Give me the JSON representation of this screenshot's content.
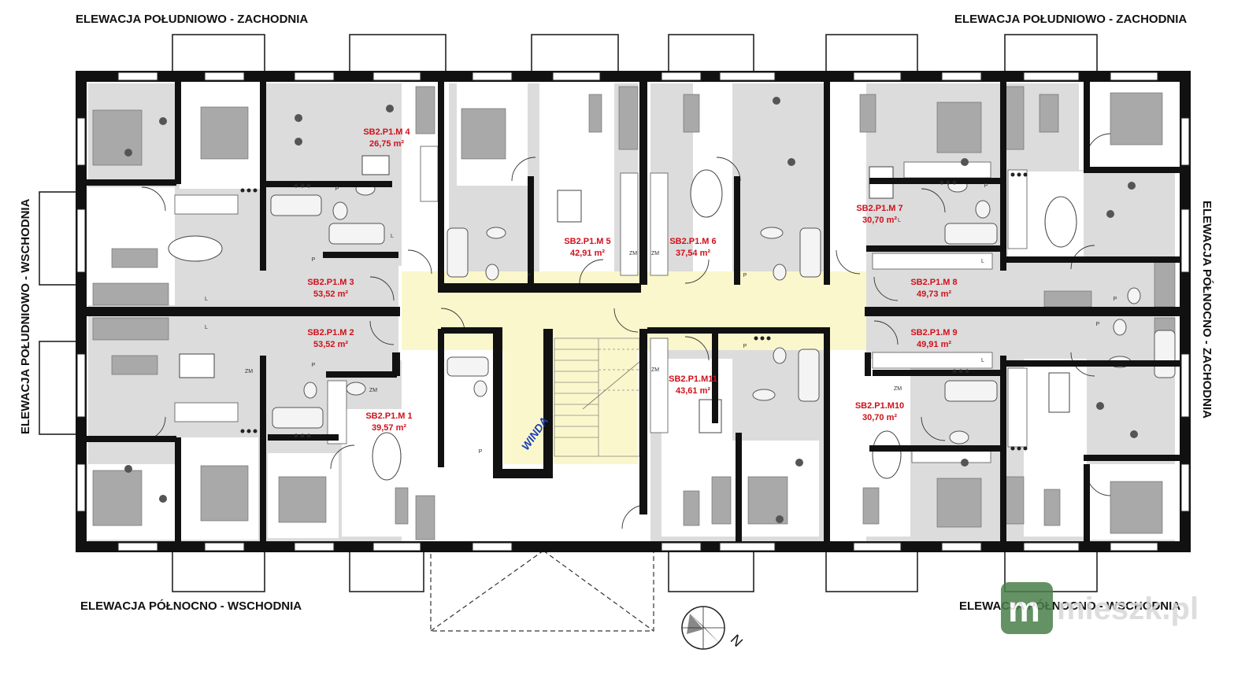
{
  "elevations": {
    "top_left": "ELEWACJA POŁUDNIOWO - ZACHODNIA",
    "top_right": "ELEWACJA POŁUDNIOWO - ZACHODNIA",
    "bottom_left": "ELEWACJA PÓŁNOCNO - WSCHODNIA",
    "bottom_right": "ELEWACJA PÓŁNOCNO - WSCHODNIA",
    "left": "ELEWACJA POŁUDNIOWO - WSCHODNIA",
    "right": "ELEWACJA PÓŁNOCNO - ZACHODNIA"
  },
  "apartments": [
    {
      "id": "SB2.P1.M 4",
      "area": "26,75 m²"
    },
    {
      "id": "SB2.P1.M 5",
      "area": "42,91 m²"
    },
    {
      "id": "SB2.P1.M 6",
      "area": "37,54 m²"
    },
    {
      "id": "SB2.P1.M 7",
      "area": "30,70 m²"
    },
    {
      "id": "SB2.P1.M 3",
      "area": "53,52 m²"
    },
    {
      "id": "SB2.P1.M 8",
      "area": "49,73 m²"
    },
    {
      "id": "SB2.P1.M 2",
      "area": "53,52 m²"
    },
    {
      "id": "SB2.P1.M 9",
      "area": "49,91 m²"
    },
    {
      "id": "SB2.P1.M 1",
      "area": "39,57 m²"
    },
    {
      "id": "SB2.P1.M11",
      "area": "43,61 m²"
    },
    {
      "id": "SB2.P1.M10",
      "area": "30,70 m²"
    }
  ],
  "elevator_label": "WINDA",
  "compass_label": "N",
  "watermark": "mieszk.pl",
  "fixture_marks": {
    "fridge": "L",
    "stove": "ZM",
    "shower": "P"
  },
  "colors": {
    "wall": "#111111",
    "room_gray": "#dcdcdc",
    "corridor": "#fbf7cc",
    "label_red": "#d0101a",
    "elevator_text": "#1a3fb5",
    "furniture": "#a9a9a9"
  }
}
